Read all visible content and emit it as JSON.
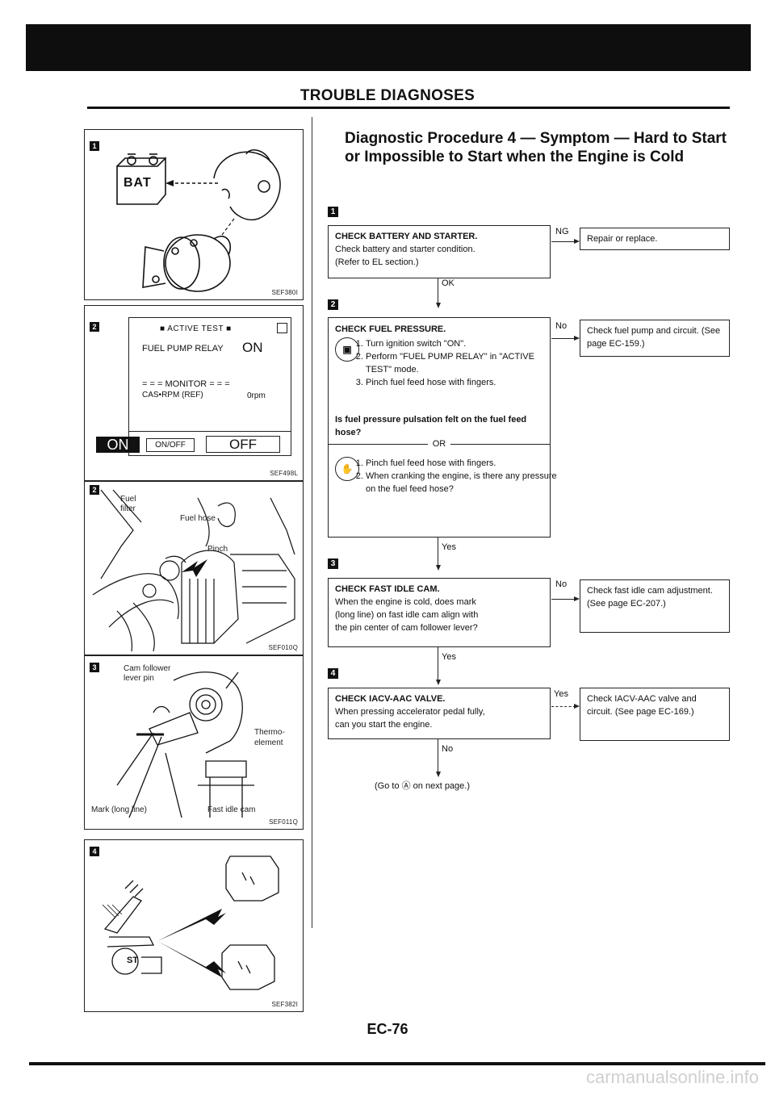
{
  "section_title": "TROUBLE DIAGNOSES",
  "heading": "Diagnostic Procedure 4 — Symptom — Hard to Start or Impossible to Start when the Engine is Cold",
  "figures": {
    "fig1": {
      "num": "1",
      "code": "SEF380I",
      "bat_label": "BAT"
    },
    "fig2": {
      "num": "2",
      "code": "SEF498L",
      "active_test": "ACTIVE TEST",
      "item": "FUEL PUMP RELAY",
      "item_value": "ON",
      "monitor": "MONITOR",
      "cas_rpm": "CAS•RPM (REF)",
      "cas_value": "0rpm",
      "btn_on": "ON",
      "btn_onoff": "ON/OFF",
      "btn_off": "OFF"
    },
    "fig3": {
      "num": "2",
      "code": "SEF010Q",
      "fuel_filter": "Fuel filter",
      "fuel_hose": "Fuel hose",
      "pinch": "Pinch"
    },
    "fig4": {
      "num": "3",
      "code": "SEF011Q",
      "cam_follower": "Cam follower lever pin",
      "thermo": "Thermo-element",
      "mark": "Mark (long line)",
      "fast_idle": "Fast idle cam"
    },
    "fig5": {
      "num": "4",
      "code": "SEF382I",
      "st_label": "ST"
    }
  },
  "steps": {
    "s1": {
      "num": "1",
      "title": "CHECK BATTERY AND STARTER.",
      "lines": [
        "Check battery and starter condition.",
        "(Refer to EL section.)"
      ],
      "ng_label": "NG",
      "ng_action": "Repair or replace.",
      "ok_label": "OK"
    },
    "s2": {
      "num": "2",
      "title": "CHECK FUEL PRESSURE.",
      "consult_items": [
        "Turn ignition switch \"ON\".",
        "Perform \"FUEL PUMP RELAY\" in \"ACTIVE TEST\" mode.",
        "Pinch fuel feed hose with fingers."
      ],
      "question": "Is fuel pressure pulsation felt on the fuel feed hose?",
      "or_label": "OR",
      "alt_items": [
        "Pinch fuel feed hose with fingers.",
        "When cranking the engine, is there any pressure on the fuel feed hose?"
      ],
      "no_label": "No",
      "no_action": "Check fuel pump and circuit. (See page EC-159.)",
      "yes_label": "Yes"
    },
    "s3": {
      "num": "3",
      "title": "CHECK FAST IDLE CAM.",
      "lines": [
        "When the engine is cold, does mark",
        "(long line) on fast idle cam align with",
        "the pin center of cam follower lever?"
      ],
      "no_label": "No",
      "no_action": "Check fast idle cam adjustment. (See page EC-207.)",
      "yes_label": "Yes"
    },
    "s4": {
      "num": "4",
      "title": "CHECK IACV-AAC VALVE.",
      "lines": [
        "When pressing accelerator pedal fully,",
        "can you start the engine."
      ],
      "yes_label": "Yes",
      "yes_action": "Check IACV-AAC valve and circuit. (See page EC-169.)",
      "no_label": "No"
    },
    "goto": "(Go to Ⓐ on next page.)"
  },
  "page_number": "EC-76",
  "watermark": "carmanualsonline.info"
}
